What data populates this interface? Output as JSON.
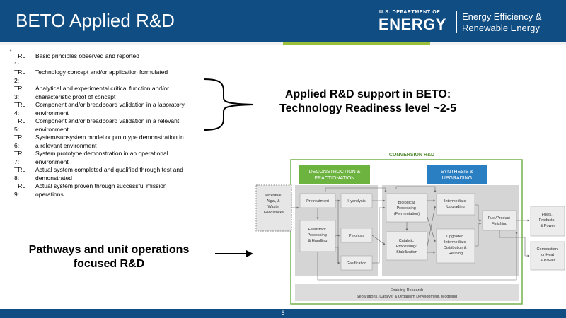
{
  "header": {
    "title": "BETO Applied R&D",
    "doe_small": "U.S. DEPARTMENT OF",
    "doe_big": "ENERGY",
    "eere_line1": "Energy Efficiency &",
    "eere_line2": "Renewable Energy"
  },
  "trl_list": {
    "bullet": "•",
    "rows": [
      [
        "TRL",
        "Basic principles observed and reported"
      ],
      [
        "1:",
        ""
      ],
      [
        "TRL",
        "Technology concept and/or application formulated"
      ],
      [
        "2:",
        ""
      ],
      [
        "TRL",
        "Analytical and experimental critical function and/or"
      ],
      [
        "3:",
        "characteristic proof of concept"
      ],
      [
        "TRL",
        "Component and/or breadboard validation in a laboratory"
      ],
      [
        "4:",
        "environment"
      ],
      [
        "TRL",
        "Component and/or breadboard validation in a relevant"
      ],
      [
        "5:",
        "environment"
      ],
      [
        "TRL",
        "System/subsystem model or prototype demonstration in"
      ],
      [
        "6:",
        "a relevant environment"
      ],
      [
        "TRL",
        "System prototype demonstration in an operational"
      ],
      [
        "7:",
        "environment"
      ],
      [
        "TRL",
        "Actual system completed and qualified through test and"
      ],
      [
        "8:",
        "demonstrated"
      ],
      [
        "TRL",
        "Actual system proven through successful mission"
      ],
      [
        "9:",
        "operations"
      ]
    ]
  },
  "support_text": {
    "line1": "Applied R&D support in BETO:",
    "line2": "Technology Readiness level ~2-5"
  },
  "pathways_text": {
    "line1": "Pathways and unit operations",
    "line2": "focused R&D"
  },
  "diagram": {
    "conversion_title": "CONVERSION R&D",
    "decon_line1": "DECONSTRUCTION &",
    "decon_line2": "FRACTIONATION",
    "synth_line1": "SYNTHESIS &",
    "synth_line2": "UPGRADING",
    "feedstock_source": [
      "Terrestrial,",
      "Algal, &",
      "Waste",
      "Feedstocks"
    ],
    "pretreatment": "Pretreatment",
    "feedstock_processing": [
      "Feedstock",
      "Processing",
      "& Handling"
    ],
    "hydrolysis": "Hydrolysis",
    "pyrolysis": "Pyrolysis",
    "gasification": "Gasification",
    "biological": [
      "Biological",
      "Processing",
      "(Fermentation)"
    ],
    "catalytic": [
      "Catalytic",
      "Processing/",
      "Stabilization"
    ],
    "intermediate_upgrading": [
      "Intermediate",
      "Upgrading"
    ],
    "upgraded_intermediate": [
      "Upgraded",
      "Intermediate",
      "Distribution &",
      "Refining"
    ],
    "fuel_finishing": [
      "Fuel/Product",
      "Finishing"
    ],
    "fuels_products": [
      "Fuels,",
      "Products,",
      "& Power"
    ],
    "combustion": [
      "Combustion",
      "for Heat",
      "& Power"
    ],
    "enabling_line1": "Enabling Research",
    "enabling_line2": "Separations, Catalyst & Organism Development, Modeling"
  },
  "colors": {
    "header_blue": "#0f4d83",
    "accent_green": "#9cbf3b",
    "decon_green": "#6cb33f",
    "synth_blue": "#2a7ec2",
    "frame_green": "#74b24c"
  },
  "footer": {
    "page_number": "6"
  }
}
